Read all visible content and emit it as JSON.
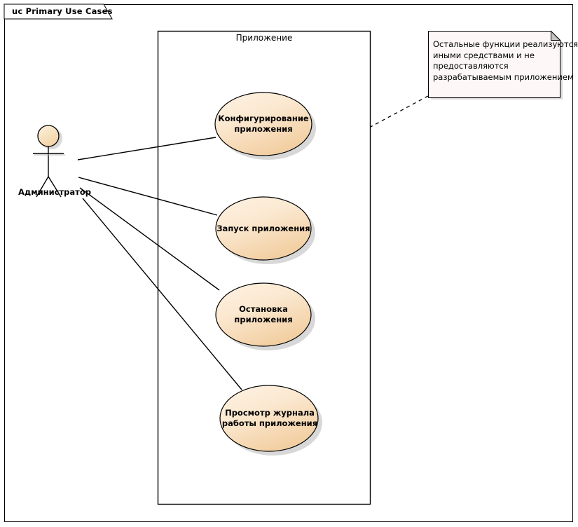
{
  "diagram": {
    "title_tab": "uc Primary Use Cases",
    "type": "uml-use-case-diagram",
    "colors": {
      "usecase_fill_light": "#fdf0dc",
      "usecase_fill_dark": "#f3d5ae",
      "usecase_stroke": "#000000",
      "actor_fill": "#f9e2c0",
      "note_fill": "#fdf6f6",
      "note_fold": "#c8c8c8",
      "frame_stroke": "#000000",
      "shadow": "#b0b0b0"
    }
  },
  "boundary": {
    "label": "Приложение"
  },
  "actor": {
    "label": "Администратор",
    "icon": "stick-figure-actor-icon"
  },
  "use_cases": [
    {
      "id": "configure",
      "label_lines": [
        "Конфигурирование",
        "приложения"
      ]
    },
    {
      "id": "start",
      "label_lines": [
        "Запуск приложения"
      ]
    },
    {
      "id": "stop",
      "label_lines": [
        "Остановка",
        "приложения"
      ]
    },
    {
      "id": "view-log",
      "label_lines": [
        "Просмотр журнала",
        "работы приложения"
      ]
    }
  ],
  "note": {
    "lines": [
      "Остальные функции реализуются",
      "иными средствами и не",
      "предоставляются",
      "разрабатываемым приложением"
    ]
  },
  "associations": [
    {
      "from": "actor",
      "to": "configure"
    },
    {
      "from": "actor",
      "to": "start"
    },
    {
      "from": "actor",
      "to": "stop"
    },
    {
      "from": "actor",
      "to": "view-log"
    }
  ]
}
